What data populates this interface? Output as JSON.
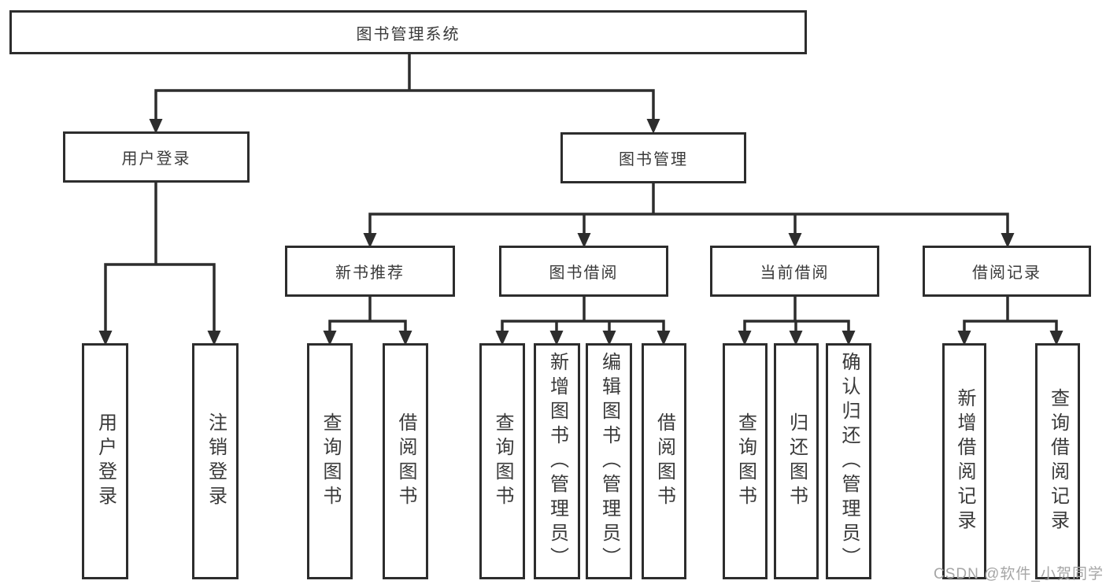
{
  "diagram_title": "图书管理系统",
  "tree": {
    "label": "图书管理系统",
    "children": [
      {
        "label": "用户登录",
        "children": [
          {
            "label": "用户登录"
          },
          {
            "label": "注销登录"
          }
        ]
      },
      {
        "label": "图书管理",
        "children": [
          {
            "label": "新书推荐",
            "children": [
              {
                "label": "查询图书"
              },
              {
                "label": "借阅图书"
              }
            ]
          },
          {
            "label": "图书借阅",
            "children": [
              {
                "label": "查询图书"
              },
              {
                "label": "新增图书（管理员）"
              },
              {
                "label": "编辑图书（管理员）"
              },
              {
                "label": "借阅图书"
              }
            ]
          },
          {
            "label": "当前借阅",
            "children": [
              {
                "label": "查询图书"
              },
              {
                "label": "归还图书"
              },
              {
                "label": "确认归还（管理员）"
              }
            ]
          },
          {
            "label": "借阅记录",
            "children": [
              {
                "label": "新增借阅记录"
              },
              {
                "label": "查询借阅记录"
              }
            ]
          }
        ]
      }
    ]
  },
  "watermark": {
    "text": "CSDN @软件_小贺同学"
  },
  "colors": {
    "line": "#2d2d2d",
    "text": "#3a3a3a",
    "background": "#ffffff",
    "watermark": "#a6a6a6"
  }
}
